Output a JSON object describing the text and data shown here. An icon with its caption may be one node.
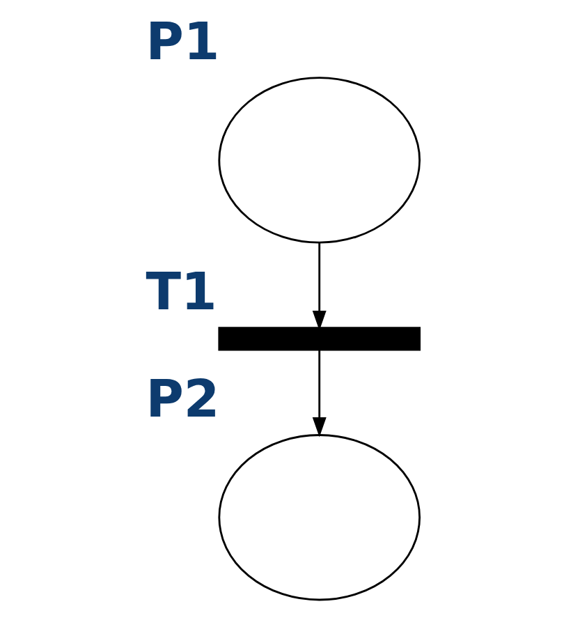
{
  "diagram": {
    "nodes": [
      {
        "text": [],
        "shape": "circle",
        "beside": [
          "P1"
        ]
      },
      {
        "text": [],
        "shape": "bar",
        "beside": [
          "T1"
        ]
      },
      {
        "text": [],
        "shape": "circle",
        "beside": [
          "P2"
        ]
      }
    ],
    "edges": [
      {
        "from": 0,
        "to": 1,
        "arrow": "to"
      },
      {
        "from": 1,
        "to": 2,
        "arrow": "to"
      }
    ]
  }
}
